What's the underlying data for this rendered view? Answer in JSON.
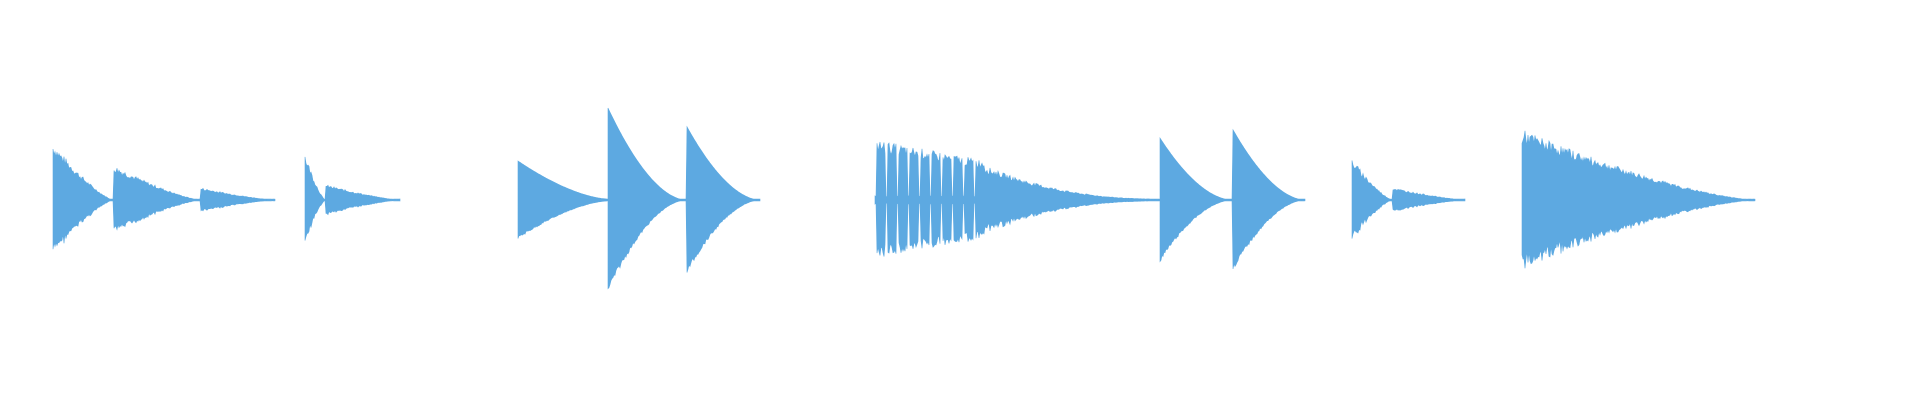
{
  "waveform": {
    "color": "#5DA9E1",
    "background": "#FFFFFF",
    "channel": "mono",
    "clips": [
      {
        "shape": "double-hit-decay",
        "style": "noisy"
      },
      {
        "shape": "single-hit-decay",
        "style": "noisy"
      },
      {
        "shape": "swell-then-hit",
        "style": "smooth"
      },
      {
        "shape": "hit-decay",
        "style": "smooth"
      },
      {
        "shape": "rapid-burst-decay",
        "style": "noisy"
      },
      {
        "shape": "double-hit-decay",
        "style": "smooth"
      },
      {
        "shape": "single-hit-decay",
        "style": "noisy"
      },
      {
        "shape": "long-decay",
        "style": "noisy"
      }
    ]
  }
}
